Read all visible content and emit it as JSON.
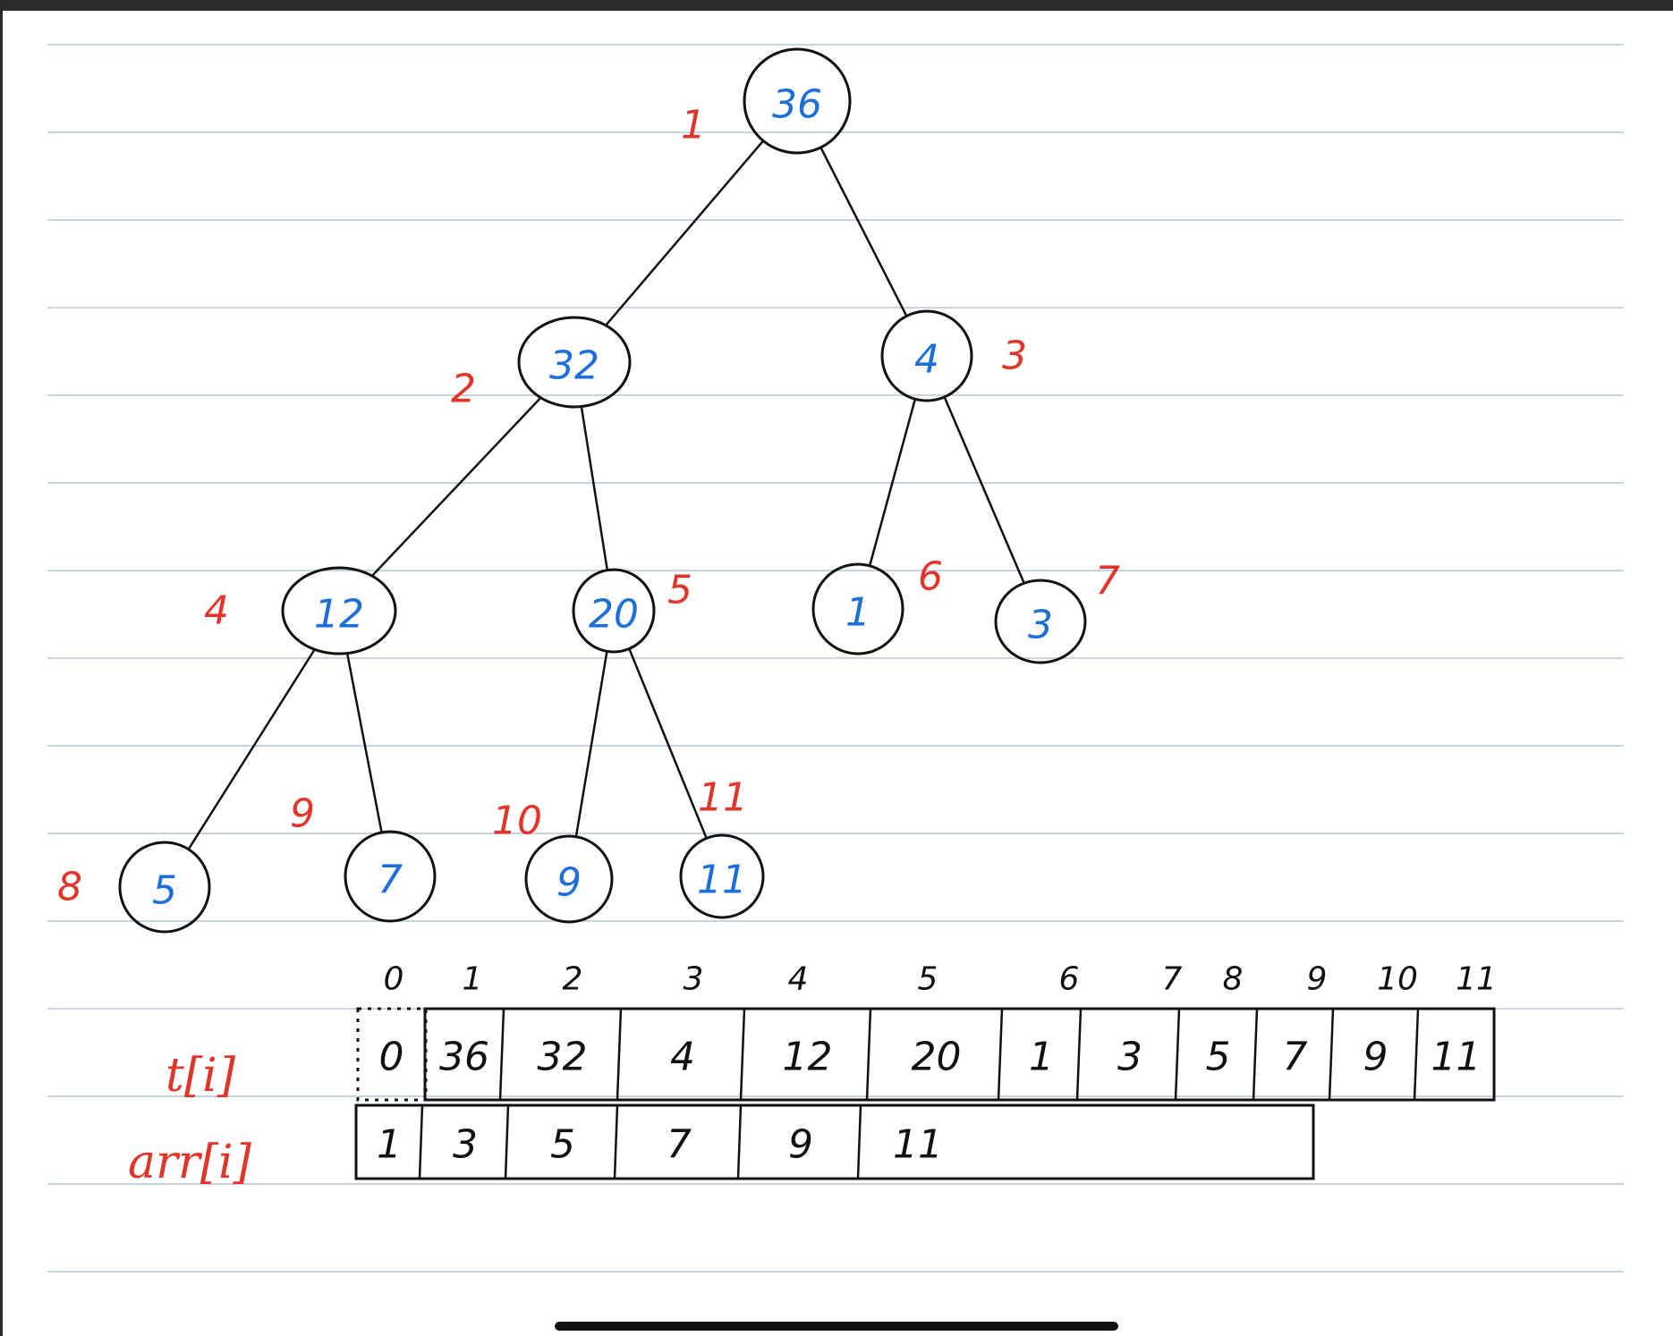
{
  "tree": {
    "nodes": [
      {
        "id": 1,
        "value": "36",
        "index_label": "1"
      },
      {
        "id": 2,
        "value": "32",
        "index_label": "2"
      },
      {
        "id": 3,
        "value": "4",
        "index_label": "3"
      },
      {
        "id": 4,
        "value": "12",
        "index_label": "4"
      },
      {
        "id": 5,
        "value": "20",
        "index_label": "5"
      },
      {
        "id": 6,
        "value": "1",
        "index_label": "6"
      },
      {
        "id": 7,
        "value": "3",
        "index_label": "7"
      },
      {
        "id": 8,
        "value": "5",
        "index_label": "8"
      },
      {
        "id": 9,
        "value": "7",
        "index_label": "9"
      },
      {
        "id": 10,
        "value": "9",
        "index_label": "10"
      },
      {
        "id": 11,
        "value": "11",
        "index_label": "11"
      }
    ],
    "edges": [
      [
        1,
        2
      ],
      [
        1,
        3
      ],
      [
        2,
        4
      ],
      [
        2,
        5
      ],
      [
        3,
        6
      ],
      [
        3,
        7
      ],
      [
        4,
        8
      ],
      [
        4,
        9
      ],
      [
        5,
        10
      ],
      [
        5,
        11
      ]
    ]
  },
  "array_indices": [
    "0",
    "1",
    "2",
    "3",
    "4",
    "5",
    "6",
    "7",
    "8",
    "9",
    "10",
    "11"
  ],
  "t_array": {
    "label": "t[i]",
    "values": [
      "0",
      "36",
      "32",
      "4",
      "12",
      "20",
      "1",
      "3",
      "5",
      "7",
      "9",
      "11"
    ]
  },
  "arr_array": {
    "label": "arr[i]",
    "values": [
      "1",
      "3",
      "5",
      "7",
      "9",
      "11"
    ]
  },
  "colors": {
    "values": "#1c6fd9",
    "indices": "#e3342a",
    "ink": "#111111",
    "rules": "#b7c6d8"
  }
}
